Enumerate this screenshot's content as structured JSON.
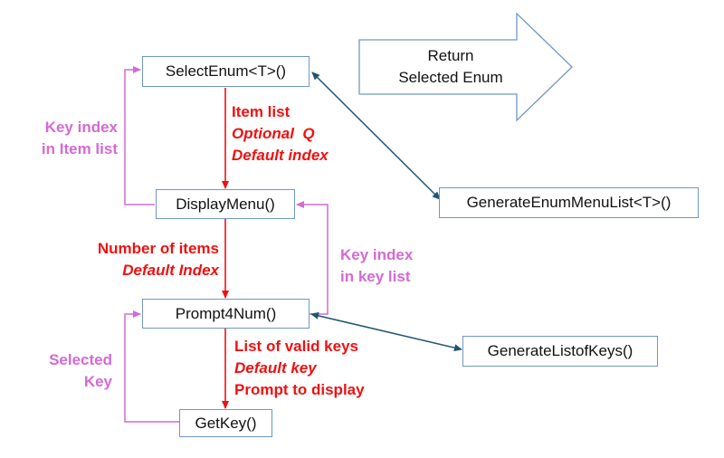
{
  "colors": {
    "flow": "#ee1111",
    "loop": "#d46ad4",
    "link": "#1f5570",
    "box_border": "#6f97c6",
    "big_arrow": "#6f97c6"
  },
  "nodes": {
    "select_enum": "SelectEnum<T>()",
    "display_menu": "DisplayMenu()",
    "prompt4num": "Prompt4Num()",
    "get_key": "GetKey()",
    "generate_enum_menu_list": "GenerateEnumMenuList<T>()",
    "generate_list_of_keys": "GenerateListofKeys()"
  },
  "big_arrow": {
    "line1": "Return",
    "line2": "Selected Enum"
  },
  "edge_labels": {
    "select_to_display": {
      "line1": "Item list",
      "line2": "Optional  Q",
      "line3": "Default index"
    },
    "display_to_prompt": {
      "line1": "Number of items",
      "line2": "Default Index"
    },
    "prompt_to_getkey": {
      "line1": "List of valid keys",
      "line2": "Default key",
      "line3": "Prompt to display"
    },
    "display_loop": {
      "line1": "Key index",
      "line2": "in Item list"
    },
    "prompt_loop": {
      "line1": "Key index",
      "line2": "in key list"
    },
    "getkey_loop": {
      "line1": "Selected",
      "line2": "Key"
    }
  }
}
